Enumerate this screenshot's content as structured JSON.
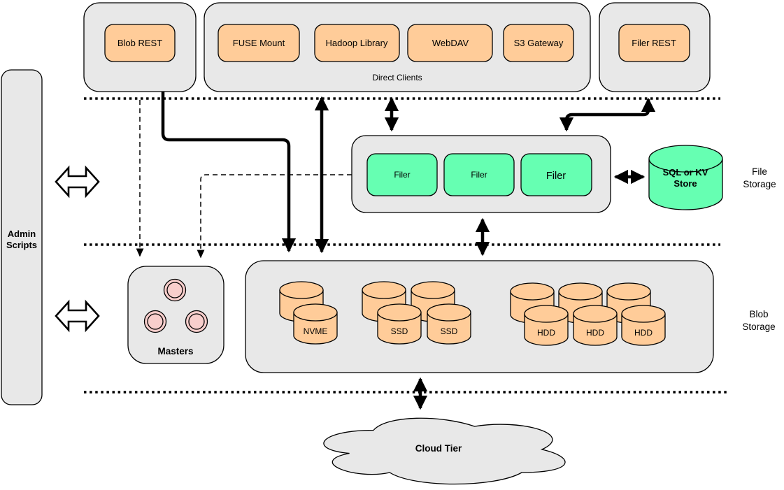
{
  "colors": {
    "container_fill": "#e8e8e8",
    "node_fill": "#ffcc99",
    "filer_fill": "#66ffb2",
    "master_fill": "#f8cecc",
    "cloud_fill": "#e8e8e8",
    "line": "#000000",
    "background": "#ffffff"
  },
  "admin_scripts": {
    "line1": "Admin",
    "line2": "Scripts"
  },
  "top_row": {
    "blob_rest_label": "Blob REST",
    "direct_clients": {
      "label": "Direct Clients",
      "clients": [
        "FUSE Mount",
        "Hadoop Library",
        "WebDAV",
        "S3 Gateway"
      ]
    },
    "filer_rest_label": "Filer REST"
  },
  "file_storage_layer": {
    "filers": [
      "Filer",
      "Filer",
      "Filer"
    ],
    "store": {
      "line1": "SQL or KV",
      "line2": "Store"
    },
    "label": {
      "line1": "File",
      "line2": "Storage"
    }
  },
  "masters": {
    "label": "Masters",
    "node_count": 3
  },
  "blob_storage_layer": {
    "nvme_labels": [
      "NVME"
    ],
    "ssd_labels": [
      "SSD",
      "SSD"
    ],
    "hdd_labels": [
      "HDD",
      "HDD",
      "HDD"
    ],
    "label": {
      "line1": "Blob",
      "line2": "Storage"
    }
  },
  "cloud_tier": {
    "label": "Cloud Tier"
  }
}
